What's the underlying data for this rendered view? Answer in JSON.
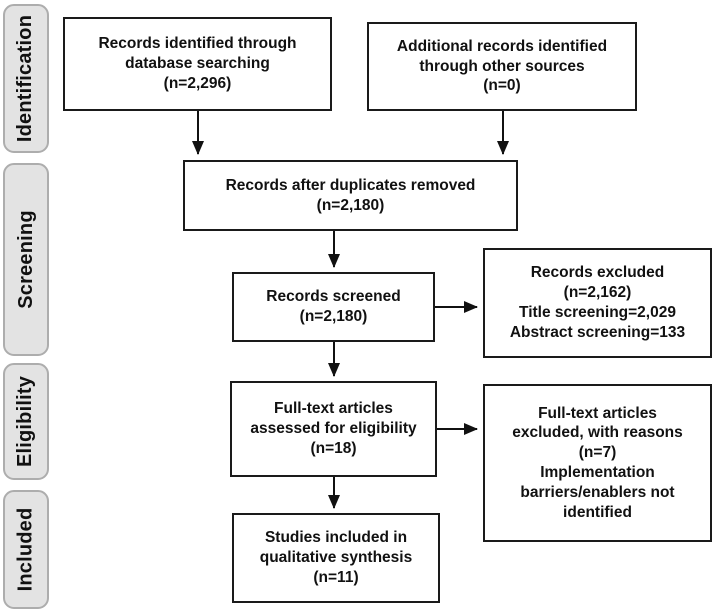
{
  "sidebar": {
    "stages": [
      {
        "label": "Identification"
      },
      {
        "label": "Screening"
      },
      {
        "label": "Eligibility"
      },
      {
        "label": "Included"
      }
    ]
  },
  "flow": {
    "records_identified": {
      "text": "Records identified through\ndatabase searching\n(n=2,296)"
    },
    "additional_records": {
      "text": "Additional records identified\nthrough other sources\n(n=0)"
    },
    "duplicates_removed": {
      "text": "Records after duplicates removed\n(n=2,180)"
    },
    "records_screened": {
      "text": "Records screened\n(n=2,180)"
    },
    "records_excluded": {
      "text": "Records excluded\n(n=2,162)\nTitle screening=2,029\nAbstract screening=133"
    },
    "fulltext_assessed": {
      "text": "Full-text articles\nassessed for eligibility\n(n=18)"
    },
    "fulltext_excluded": {
      "text": "Full-text articles\nexcluded, with reasons\n(n=7)\nImplementation\nbarriers/enablers not\nidentified"
    },
    "studies_included": {
      "text": "Studies included in\nqualitative synthesis\n(n=11)"
    }
  },
  "colors": {
    "background": "#ffffff",
    "box_border": "#1a1a1a",
    "text": "#111111",
    "arrow": "#111111",
    "stage_fill": "#e3e3e3",
    "stage_border": "#adadad"
  }
}
